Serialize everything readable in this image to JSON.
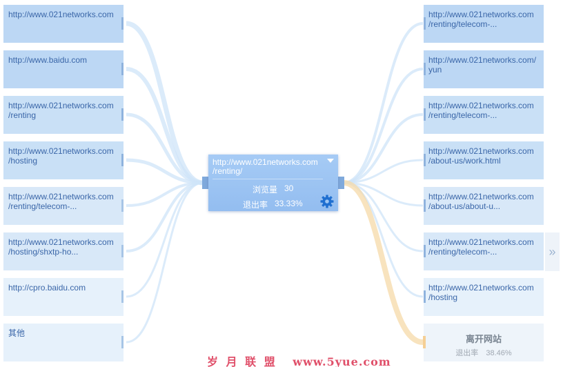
{
  "sources": [
    {
      "line1": "http://www.021networks.com",
      "line2": ""
    },
    {
      "line1": "http://www.baidu.com",
      "line2": ""
    },
    {
      "line1": "http://www.021networks.com",
      "line2": "/renting"
    },
    {
      "line1": "http://www.021networks.com",
      "line2": "/hosting"
    },
    {
      "line1": "http://www.021networks.com",
      "line2": "/renting/telecom-..."
    },
    {
      "line1": "http://www.021networks.com",
      "line2": "/hosting/shxtp-ho..."
    },
    {
      "line1": "http://cpro.baidu.com",
      "line2": ""
    },
    {
      "line1": "其他",
      "line2": ""
    }
  ],
  "center": {
    "line1": "http://www.021networks.com",
    "line2": "/renting/",
    "views_label": "浏览量",
    "views_value": "30",
    "exit_label": "退出率",
    "exit_value": "33.33%"
  },
  "destinations": [
    {
      "line1": "http://www.021networks.com",
      "line2": "/renting/telecom-..."
    },
    {
      "line1": "http://www.021networks.com/",
      "line2": "yun"
    },
    {
      "line1": "http://www.021networks.com",
      "line2": "/renting/telecom-..."
    },
    {
      "line1": "http://www.021networks.com",
      "line2": "/about-us/work.html"
    },
    {
      "line1": "http://www.021networks.com",
      "line2": "/about-us/about-u..."
    },
    {
      "line1": "http://www.021networks.com",
      "line2": "/renting/telecom-..."
    },
    {
      "line1": "http://www.021networks.com",
      "line2": "/hosting"
    }
  ],
  "exit": {
    "title": "离开网站",
    "label": "退出率",
    "value": "38.46%"
  },
  "next_page": "»",
  "watermark": {
    "text": "岁 月 联 盟",
    "url": "www.5yue.com"
  },
  "colors": {
    "node_blue_dark": "#bcd7f4",
    "node_blue_light": "#e6f1fb",
    "center_blue": "#9ec6f3",
    "flow_blue": "#cfe4f8",
    "flow_exit": "#f6d9a8",
    "link_text": "#3a66a8",
    "watermark": "#e0506a"
  },
  "icons": {
    "center_settings": "gear-icon",
    "center_menu": "caret-down-icon",
    "pager": "double-chevron-right-icon"
  }
}
